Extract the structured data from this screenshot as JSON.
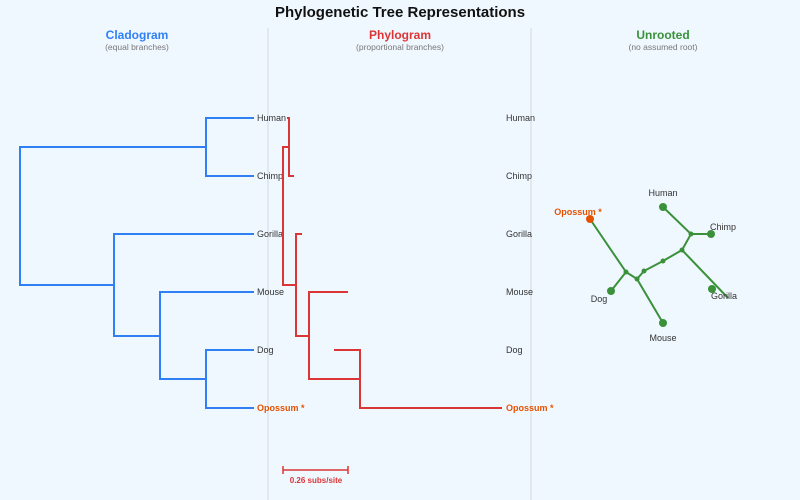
{
  "title": "Phylogenetic Tree Representations",
  "panels": [
    {
      "title": "Cladogram",
      "subtitle": "(equal branches)"
    },
    {
      "title": "Phylogram",
      "subtitle": "(proportional branches)"
    },
    {
      "title": "Unrooted",
      "subtitle": "(no assumed root)"
    }
  ],
  "taxa": {
    "human": "Human",
    "chimp": "Chimp",
    "gorilla": "Gorilla",
    "mouse": "Mouse",
    "dog": "Dog",
    "opossum": "Opossum *"
  },
  "scale_bar": {
    "label": "0.26 subs/site"
  },
  "colors": {
    "cladogram": "#2f7ff5",
    "phylogram": "#dc3535",
    "unrooted": "#3a913a",
    "outgroup": "#e65100",
    "background": "#f0f8ff"
  }
}
